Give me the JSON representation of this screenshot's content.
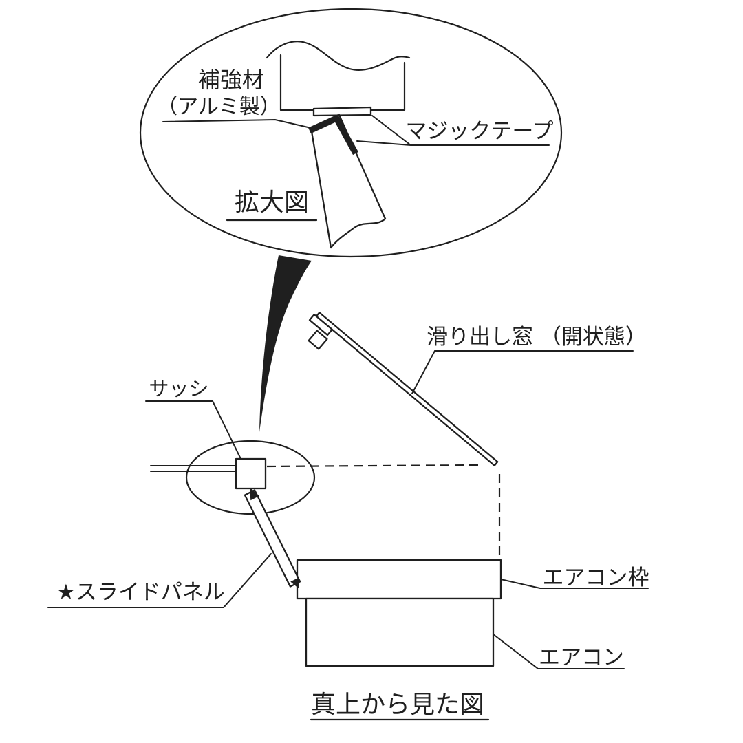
{
  "page": {
    "background": "#ffffff",
    "ink": "#1f1f1f"
  },
  "magnified_view": {
    "title": "拡大図",
    "labels": {
      "reinforcement": "補強材",
      "reinforcement_material": "（アルミ製）",
      "velcro_tape": "マジックテープ"
    }
  },
  "top_view": {
    "labels": {
      "sliding_window": "滑り出し窓 （開状態）",
      "sash": "サッシ",
      "slide_panel": "★スライドパネル",
      "aircon_frame": "エアコン枠",
      "aircon": "エアコン"
    },
    "caption": "真上から見た図"
  }
}
